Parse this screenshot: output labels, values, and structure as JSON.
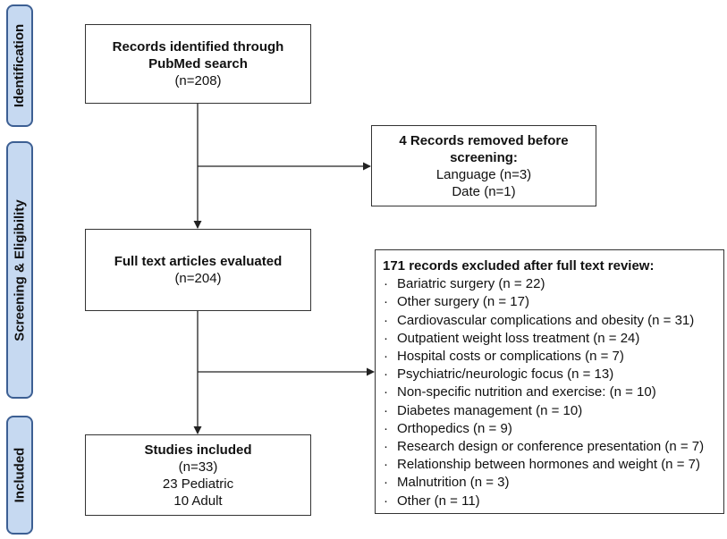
{
  "stages": {
    "identification": "Identification",
    "screening": "Screening & Eligibility",
    "included": "Included"
  },
  "identified": {
    "line1": "Records identified through",
    "line2": "PubMed search",
    "count": "(n=208)"
  },
  "removed": {
    "title_line1": "4 Records removed before",
    "title_line2": "screening:",
    "item1": "Language (n=3)",
    "item2": "Date (n=1)"
  },
  "fulltext": {
    "title": "Full text articles evaluated",
    "count": "(n=204)"
  },
  "excluded": {
    "title": "171 records excluded after full text review:",
    "bullet": "·",
    "items": [
      "Bariatric surgery (n = 22)",
      "Other surgery (n = 17)",
      "Cardiovascular complications and obesity (n = 31)",
      "Outpatient weight loss treatment (n = 24)",
      "Hospital costs or complications (n = 7)",
      "Psychiatric/neurologic focus (n = 13)",
      "Non-specific nutrition and exercise: (n = 10)",
      "Diabetes management (n = 10)",
      "Orthopedics (n = 9)",
      "Research design or conference presentation (n = 7)",
      "Relationship between hormones and weight (n = 7)",
      "Malnutrition (n = 3)",
      "Other (n = 11)"
    ]
  },
  "included": {
    "title": "Studies included",
    "count": "(n=33)",
    "line3": "23 Pediatric",
    "line4": "10 Adult"
  },
  "colors": {
    "stage_fill": "#c6d9f1",
    "stage_border": "#3c5f93",
    "line": "#222222"
  }
}
